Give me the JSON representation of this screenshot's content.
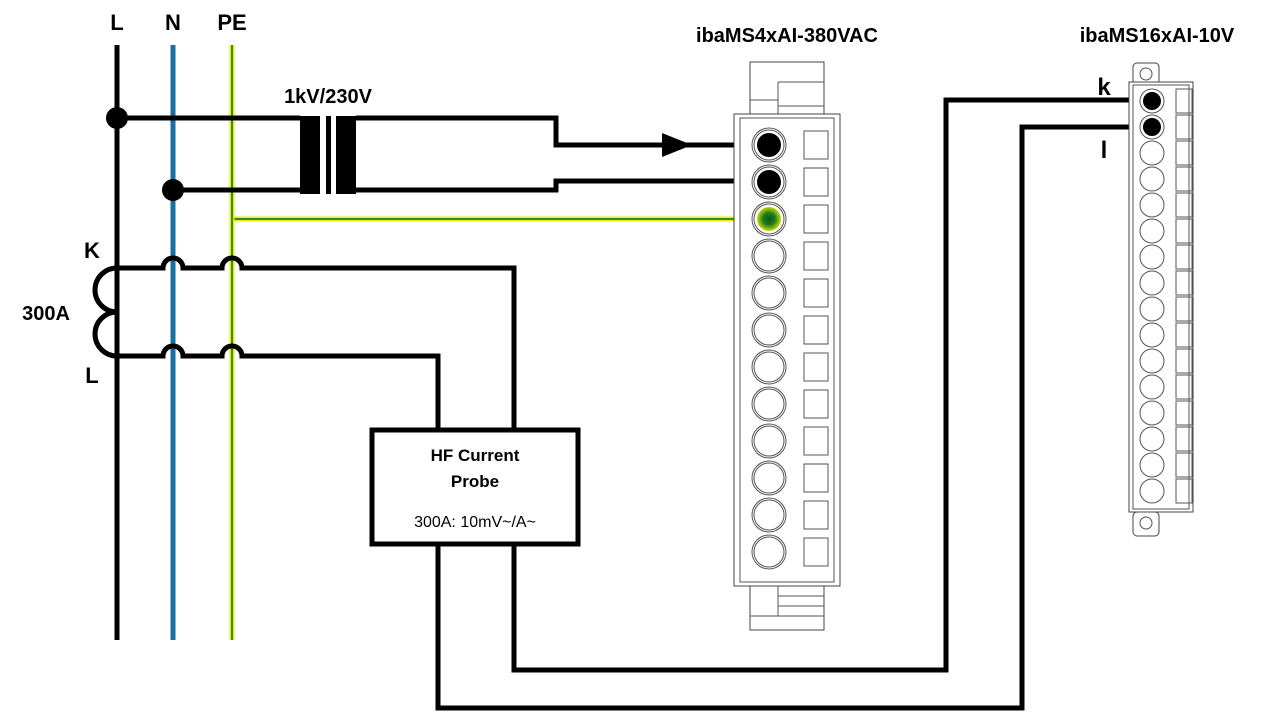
{
  "bus": {
    "labels": [
      "L",
      "N",
      "PE"
    ],
    "colors": {
      "L": "#000000",
      "N": "#1a6fa0",
      "PE_green": "#3a8a1f",
      "PE_yellow": "#e8ee00"
    }
  },
  "transformer": {
    "label": "1kV/230V"
  },
  "ct": {
    "label_rating": "300A",
    "label_k": "K",
    "label_l": "L"
  },
  "probe": {
    "title_line1": "HF Current",
    "title_line2": "Probe",
    "rating": "300A: 10mV~/A~"
  },
  "module_a": {
    "name": "ibaMS4xAI-380VAC",
    "terminals": 12,
    "connected": [
      "wire-black",
      "wire-black",
      "PE"
    ]
  },
  "module_b": {
    "name": "ibaMS16xAI-10V",
    "terminals": 16,
    "label_k": "k",
    "label_l": "l"
  }
}
